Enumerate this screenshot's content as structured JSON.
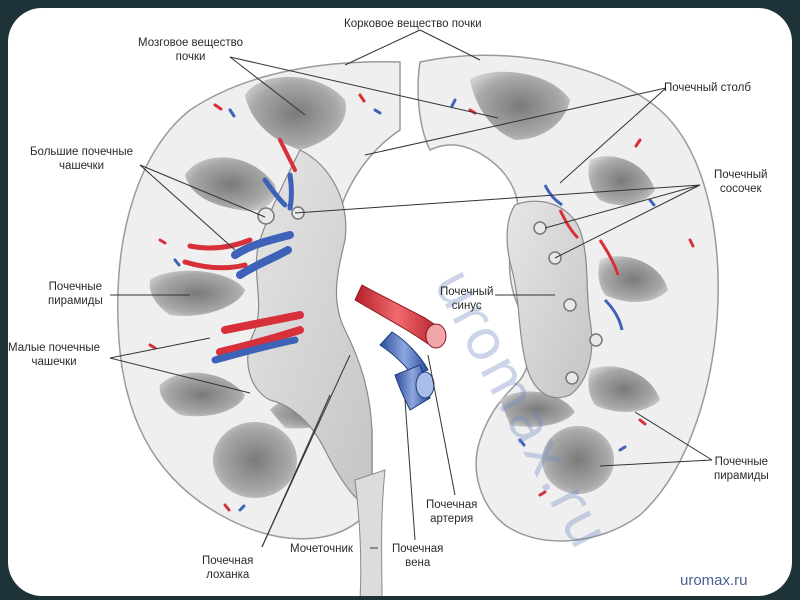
{
  "labels": {
    "cortex": "Корковое вещество почки",
    "medulla": "Мозговое вещество\nпочки",
    "column": "Почечный столб",
    "major_calyces": "Большие почечные\nчашечки",
    "papilla": "Почечный\nсосочек",
    "pyramids_left": "Почечные\nпирамиды",
    "sinus": "Почечный\nсинус",
    "minor_calyces": "Малые почечные\nчашечки",
    "pyramids_right": "Почечные\nпирамиды",
    "artery": "Почечная\nартерия",
    "pelvis": "Почечная\nлоханка",
    "ureter": "Мочеточник",
    "vein": "Почечная\nвена"
  },
  "watermark": "uromax.ru",
  "footer": "uromax.ru",
  "colors": {
    "frame": "#1d3338",
    "artery": "#d8303a",
    "vein": "#3d62b8",
    "watermark": "#6f86c2"
  }
}
